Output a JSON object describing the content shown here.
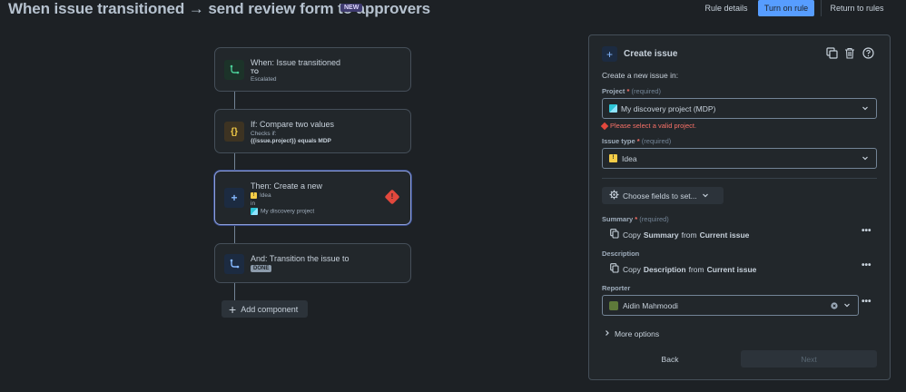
{
  "header": {
    "title": "When issue transitioned → send review form to approvers",
    "badge": "NEW",
    "rule_details": "Rule details",
    "turn_on_rule": "Turn on rule",
    "return_to_rules": "Return to rules"
  },
  "flow": {
    "trigger": {
      "title": "When: Issue transitioned",
      "sub1": "TO",
      "sub2": "Escalated",
      "icon": "git-branch-icon"
    },
    "condition": {
      "title": "If: Compare two values",
      "sub1": "Checks if:",
      "sub2": "{{issue.project}} equals MDP",
      "icon": "braces-icon"
    },
    "action": {
      "title": "Then: Create a new",
      "issue_type": "Idea",
      "in_label": "in",
      "project": "My discovery project",
      "icon": "plus-icon",
      "status": "error"
    },
    "action2": {
      "title": "And: Transition the issue to",
      "status": "DONE",
      "icon": "git-branch-icon"
    },
    "add_component": "Add component"
  },
  "panel": {
    "title": "Create issue",
    "intro": "Create a new issue in:",
    "project_label": "Project",
    "required_star": "*",
    "required_text": "(required)",
    "project_value": "My discovery project (MDP)",
    "project_error": "Please select a valid project.",
    "issue_type_label": "Issue type",
    "issue_type_value": "Idea",
    "choose_fields": "Choose fields to set...",
    "summary_label": "Summary",
    "summary_copy": {
      "prefix": "Copy",
      "field": "Summary",
      "from": "from",
      "source": "Current issue"
    },
    "description_label": "Description",
    "description_copy": {
      "prefix": "Copy",
      "field": "Description",
      "from": "from",
      "source": "Current issue"
    },
    "reporter_label": "Reporter",
    "reporter_value": "Aidin Mahmoodi",
    "more_options": "More options",
    "back": "Back",
    "next": "Next"
  },
  "colors": {
    "background": "#1d2125",
    "primary": "#579dff",
    "error": "#e2483d",
    "idea": "#f5cd47"
  }
}
